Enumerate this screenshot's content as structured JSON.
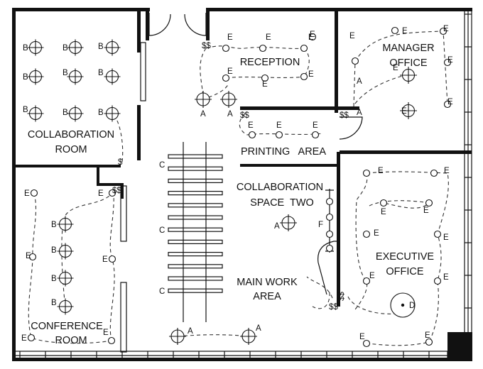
{
  "rooms": [
    {
      "id": "collaboration-room",
      "lines": [
        "COLLABORATION",
        "ROOM"
      ]
    },
    {
      "id": "reception",
      "lines": [
        "RECEPTION"
      ]
    },
    {
      "id": "manager-office",
      "lines": [
        "MANAGER",
        "OFFICE"
      ]
    },
    {
      "id": "printing-area",
      "lines": [
        "PRINTING   AREA"
      ]
    },
    {
      "id": "collaboration-space-two",
      "lines": [
        "COLLABORATION",
        "SPACE  TWO"
      ]
    },
    {
      "id": "main-work-area",
      "lines": [
        "MAIN WORK",
        "AREA"
      ]
    },
    {
      "id": "conference-room",
      "lines": [
        "CONFERENCE",
        "ROOM"
      ]
    },
    {
      "id": "executive-office",
      "lines": [
        "EXECUTIVE",
        "OFFICE"
      ]
    }
  ],
  "fixture_types": {
    "A": {
      "letter": "A",
      "symbol": "circle-cross-large"
    },
    "B": {
      "letter": "B",
      "symbol": "circle-cross"
    },
    "C": {
      "letter": "C",
      "symbol": "strip-fixture"
    },
    "D": {
      "letter": "D",
      "symbol": "circle-dot"
    },
    "E": {
      "letter": "E",
      "symbol": "small-circle"
    },
    "F": {
      "letter": "F",
      "symbol": "track-fixture"
    }
  },
  "switch_label": "$$",
  "single_switch_label": "$"
}
